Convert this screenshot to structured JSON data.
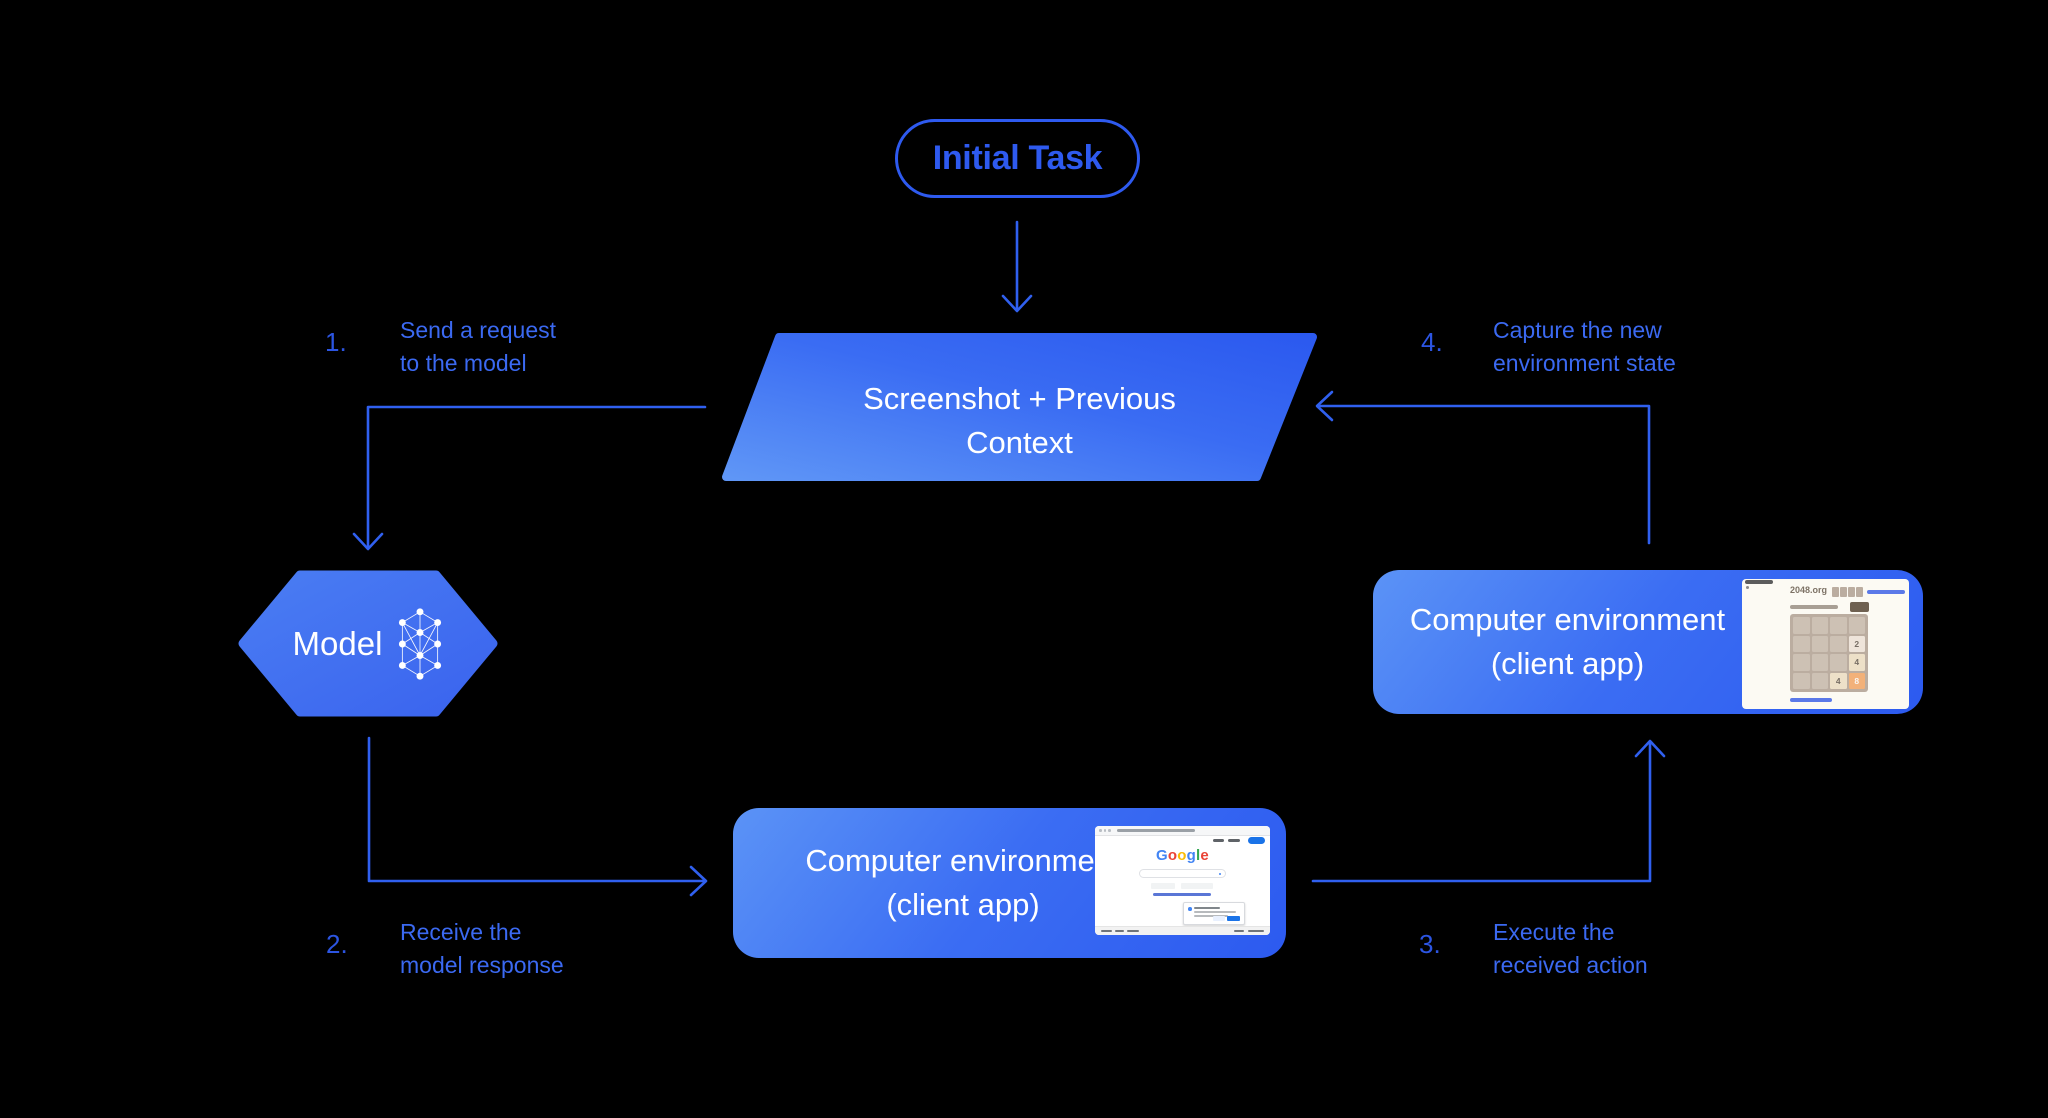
{
  "colors": {
    "background": "#000000",
    "accent_blue": "#2f5cf0",
    "arrow_blue": "#3060ef",
    "step_number_blue": "#2c55e2",
    "step_text_blue": "#3b69f1",
    "shape_gradient_light": "#5b93f6",
    "shape_gradient_dark": "#2c5af0",
    "node_text": "#ffffff"
  },
  "initial_task": {
    "label": "Initial Task"
  },
  "screenshot_node": {
    "line1": "Screenshot + Previous",
    "line2": "Context"
  },
  "model_node": {
    "label": "Model"
  },
  "client_bottom": {
    "line1": "Computer environment",
    "line2": "(client app)"
  },
  "client_right": {
    "line1": "Computer environment",
    "line2": "(client app)"
  },
  "steps": [
    {
      "number": "1.",
      "line1": "Send a request",
      "line2": "to the model"
    },
    {
      "number": "2.",
      "line1": "Receive the",
      "line2": "model response"
    },
    {
      "number": "3.",
      "line1": "Execute the",
      "line2": "received action"
    },
    {
      "number": "4.",
      "line1": "Capture the new",
      "line2": "environment state"
    }
  ],
  "mini_2048": {
    "site": "2048.org",
    "tiles": [
      "2",
      "4",
      "4",
      "8"
    ],
    "tile_colors": {
      "t2": "#eee4da",
      "t4": "#ede0c8",
      "t8": "#f2b179"
    }
  },
  "mini_google": {
    "letters": [
      "G",
      "o",
      "o",
      "g",
      "l",
      "e"
    ],
    "letter_colors": [
      "#4285F4",
      "#EA4335",
      "#FBBC05",
      "#4285F4",
      "#34A853",
      "#EA4335"
    ],
    "button_blue": "#1a73e8"
  }
}
